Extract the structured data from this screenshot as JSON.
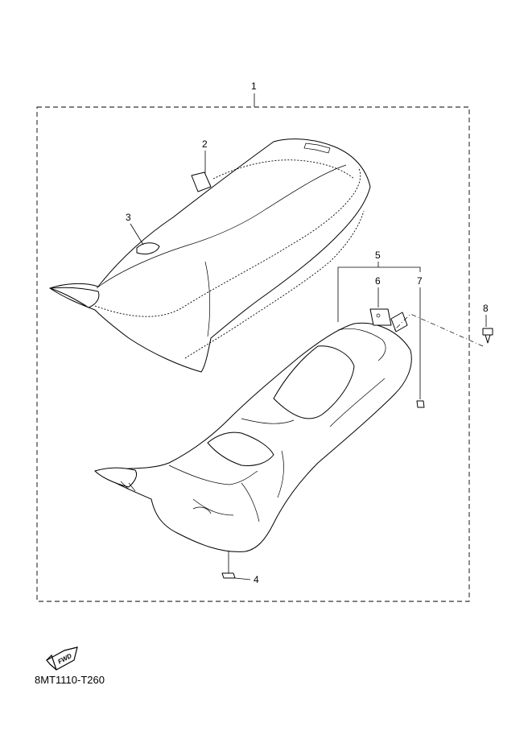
{
  "callouts": {
    "c1": "1",
    "c2": "2",
    "c3": "3",
    "c4": "4",
    "c5": "5",
    "c6": "6",
    "c7": "7",
    "c8": "8"
  },
  "fwd_label": "FWD",
  "diagram_code": "8MT1110-T260"
}
